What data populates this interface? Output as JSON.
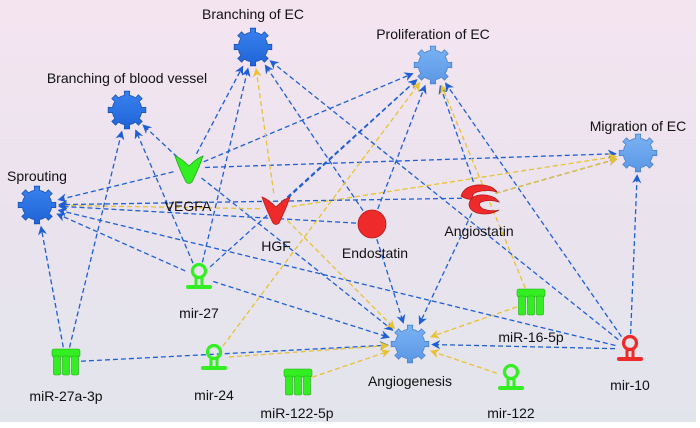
{
  "colors": {
    "activation_edge": "#1e5fd6",
    "predicted_edge": "#e8c230",
    "process_dark": "#2b72e6",
    "process_light": "#68a3ec",
    "upregulated": "#33ee22",
    "downregulated": "#ee2a2a"
  },
  "nodes": [
    {
      "id": "branching_ec",
      "label": "Branching of EC",
      "shape": "gear",
      "tone": "dark"
    },
    {
      "id": "proliferation_ec",
      "label": "Proliferation of EC",
      "shape": "gear",
      "tone": "light"
    },
    {
      "id": "branching_bv",
      "label": "Branching of blood vessel",
      "shape": "gear",
      "tone": "dark"
    },
    {
      "id": "migration_ec",
      "label": "Migration of EC",
      "shape": "gear",
      "tone": "light"
    },
    {
      "id": "sprouting",
      "label": "Sprouting",
      "shape": "gear",
      "tone": "dark"
    },
    {
      "id": "vegfa",
      "label": "VEGFA",
      "shape": "growth-factor",
      "tone": "up"
    },
    {
      "id": "hgf",
      "label": "HGF",
      "shape": "growth-factor",
      "tone": "down"
    },
    {
      "id": "endostatin",
      "label": "Endostatin",
      "shape": "circle",
      "tone": "down"
    },
    {
      "id": "angiostatin",
      "label": "Angiostatin",
      "shape": "peptidase",
      "tone": "down"
    },
    {
      "id": "mir27",
      "label": "mir-27",
      "shape": "mirna",
      "tone": "up"
    },
    {
      "id": "mir16",
      "label": "miR-16-5p",
      "shape": "mature-mirna",
      "tone": "up"
    },
    {
      "id": "mir27a",
      "label": "miR-27a-3p",
      "shape": "mature-mirna",
      "tone": "up"
    },
    {
      "id": "mir24",
      "label": "mir-24",
      "shape": "mirna",
      "tone": "up"
    },
    {
      "id": "mir122_5p",
      "label": "miR-122-5p",
      "shape": "mature-mirna",
      "tone": "up"
    },
    {
      "id": "angiogenesis",
      "label": "Angiogenesis",
      "shape": "gear",
      "tone": "light"
    },
    {
      "id": "mir122",
      "label": "mir-122",
      "shape": "mirna",
      "tone": "up"
    },
    {
      "id": "mir10",
      "label": "mir-10",
      "shape": "mirna",
      "tone": "down"
    }
  ],
  "edges": [
    {
      "from": "vegfa",
      "to": "branching_bv",
      "type": "activation"
    },
    {
      "from": "vegfa",
      "to": "branching_ec",
      "type": "activation"
    },
    {
      "from": "vegfa",
      "to": "proliferation_ec",
      "type": "activation"
    },
    {
      "from": "vegfa",
      "to": "migration_ec",
      "type": "activation"
    },
    {
      "from": "vegfa",
      "to": "sprouting",
      "type": "activation"
    },
    {
      "from": "vegfa",
      "to": "angiogenesis",
      "type": "activation"
    },
    {
      "from": "hgf",
      "to": "branching_ec",
      "type": "predicted"
    },
    {
      "from": "hgf",
      "to": "proliferation_ec",
      "type": "activation"
    },
    {
      "from": "hgf",
      "to": "sprouting",
      "type": "predicted"
    },
    {
      "from": "hgf",
      "to": "angiogenesis",
      "type": "predicted"
    },
    {
      "from": "hgf",
      "to": "migration_ec",
      "type": "predicted"
    },
    {
      "from": "endostatin",
      "to": "branching_ec",
      "type": "activation"
    },
    {
      "from": "endostatin",
      "to": "sprouting",
      "type": "activation"
    },
    {
      "from": "endostatin",
      "to": "proliferation_ec",
      "type": "activation"
    },
    {
      "from": "endostatin",
      "to": "angiogenesis",
      "type": "activation"
    },
    {
      "from": "angiostatin",
      "to": "proliferation_ec",
      "type": "activation"
    },
    {
      "from": "angiostatin",
      "to": "migration_ec",
      "type": "activation"
    },
    {
      "from": "angiostatin",
      "to": "angiogenesis",
      "type": "activation"
    },
    {
      "from": "angiostatin",
      "to": "sprouting",
      "type": "activation"
    },
    {
      "from": "mir27",
      "to": "branching_bv",
      "type": "activation"
    },
    {
      "from": "mir27",
      "to": "branching_ec",
      "type": "activation"
    },
    {
      "from": "mir27",
      "to": "sprouting",
      "type": "activation"
    },
    {
      "from": "mir27",
      "to": "angiogenesis",
      "type": "activation"
    },
    {
      "from": "mir27",
      "to": "proliferation_ec",
      "type": "activation"
    },
    {
      "from": "mir27a",
      "to": "sprouting",
      "type": "activation"
    },
    {
      "from": "mir27a",
      "to": "branching_bv",
      "type": "activation"
    },
    {
      "from": "mir27a",
      "to": "angiogenesis",
      "type": "activation"
    },
    {
      "from": "mir24",
      "to": "proliferation_ec",
      "type": "predicted"
    },
    {
      "from": "mir24",
      "to": "angiogenesis",
      "type": "predicted"
    },
    {
      "from": "mir122_5p",
      "to": "angiogenesis",
      "type": "predicted"
    },
    {
      "from": "mir122",
      "to": "angiogenesis",
      "type": "predicted"
    },
    {
      "from": "mir16",
      "to": "angiogenesis",
      "type": "predicted"
    },
    {
      "from": "mir16",
      "to": "proliferation_ec",
      "type": "predicted"
    },
    {
      "from": "mir10",
      "to": "migration_ec",
      "type": "activation"
    },
    {
      "from": "mir10",
      "to": "angiogenesis",
      "type": "activation"
    },
    {
      "from": "mir10",
      "to": "proliferation_ec",
      "type": "activation"
    },
    {
      "from": "mir10",
      "to": "branching_ec",
      "type": "activation"
    },
    {
      "from": "mir10",
      "to": "sprouting",
      "type": "activation"
    },
    {
      "from": "sprouting_src",
      "to": "sprouting",
      "type": "predicted"
    },
    {
      "from": "angiostatin",
      "to": "migration_ec",
      "type": "predicted"
    }
  ]
}
